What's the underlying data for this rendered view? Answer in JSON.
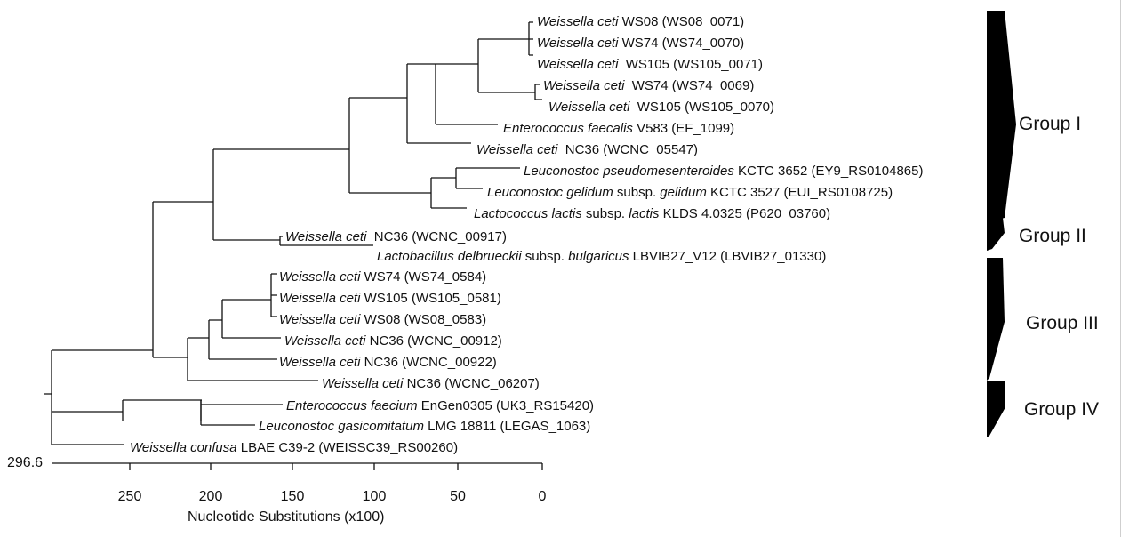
{
  "tree": {
    "root_label": "296.6",
    "leaves": [
      {
        "species": "Weissella ceti",
        "rest": " WS08 (WS08_0071)"
      },
      {
        "species": "Weissella ceti",
        "rest": " WS74 (WS74_0070)"
      },
      {
        "species": "Weissella ceti",
        "rest": "  WS105 (WS105_0071)"
      },
      {
        "species": "Weissella ceti",
        "rest": "  WS74 (WS74_0069)"
      },
      {
        "species": "Weissella ceti",
        "rest": "  WS105 (WS105_0070)"
      },
      {
        "species": "Enterococcus faecalis",
        "rest": " V583 (EF_1099)"
      },
      {
        "species": "Weissella ceti",
        "rest": "  NC36 (WCNC_05547)"
      },
      {
        "species": "Leuconostoc pseudomesenteroides",
        "rest": " KCTC 3652 (EY9_RS0104865)"
      },
      {
        "species": "Leuconostoc gelidum",
        "rest": " subsp. ",
        "sub": "gelidum",
        "rest2": " KCTC 3527 (EUI_RS0108725)"
      },
      {
        "species": "Lactococcus lactis",
        "rest": " subsp. ",
        "sub": "lactis",
        "rest2": " KLDS 4.0325 (P620_03760)"
      },
      {
        "species": "Weissella ceti",
        "rest": "  NC36 (WCNC_00917)"
      },
      {
        "species": "Lactobacillus delbrueckii",
        "rest": " subsp. ",
        "sub": "bulgaricus",
        "rest2": " LBVIB27_V12 (LBVIB27_01330)"
      },
      {
        "species": "Weissella ceti",
        "rest": " WS74 (WS74_0584)"
      },
      {
        "species": "Weissella ceti",
        "rest": " WS105 (WS105_0581)"
      },
      {
        "species": "Weissella ceti",
        "rest": " WS08 (WS08_0583)"
      },
      {
        "species": "Weissella ceti",
        "rest": " NC36 (WCNC_00912)"
      },
      {
        "species": "Weissella ceti",
        "rest": " NC36 (WCNC_00922)"
      },
      {
        "species": "Weissella ceti",
        "rest": " NC36 (WCNC_06207)"
      },
      {
        "species": "Enterococcus faecium",
        "rest": " EnGen0305 (UK3_RS15420)"
      },
      {
        "species": "Leuconostoc gasicomitatum",
        "rest": " LMG 18811 (LEGAS_1063)"
      },
      {
        "species": "Weissella confusa",
        "rest": " LBAE C39-2 (WEISSC39_RS00260)"
      }
    ]
  },
  "groups": [
    {
      "label": "Group I"
    },
    {
      "label": "Group II"
    },
    {
      "label": "Group III"
    },
    {
      "label": "Group IV"
    }
  ],
  "axis": {
    "title": "Nucleotide Substitutions (x100)",
    "ticks": [
      "250",
      "200",
      "150",
      "100",
      "50",
      "0"
    ]
  },
  "colors": {
    "ink": "#111111",
    "background": "#ffffff"
  }
}
